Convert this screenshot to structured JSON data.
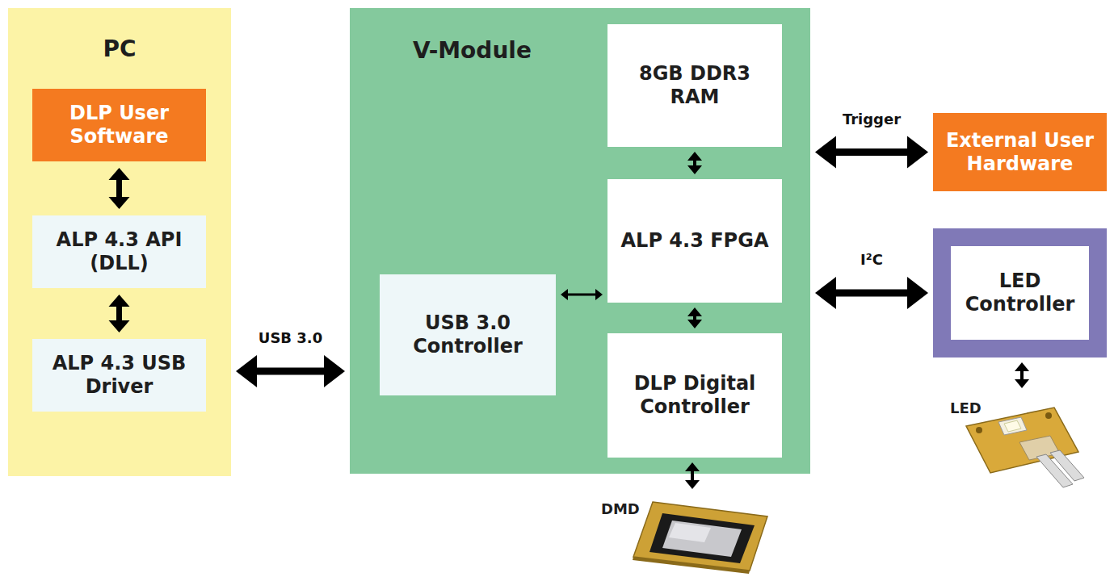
{
  "diagram": {
    "nodes": [
      {
        "text": [
          "PC"
        ]
      },
      {
        "text": [
          "DLP User Software"
        ],
        "in": 0
      },
      {
        "text": [
          "ALP 4.3 API (DLL)"
        ],
        "in": 0
      },
      {
        "text": [
          "ALP 4.3 USB Driver"
        ],
        "in": 0
      },
      {
        "text": [
          "V-Module"
        ]
      },
      {
        "text": [
          "8GB DDR3 RAM"
        ],
        "in": 4
      },
      {
        "text": [
          "USB 3.0 Controller"
        ],
        "in": 4
      },
      {
        "text": [
          "ALP 4.3 FPGA"
        ],
        "in": 4
      },
      {
        "text": [
          "DLP Digital Controller"
        ],
        "in": 4
      },
      {
        "text": [
          "External User Hardware"
        ]
      },
      {
        "text": [
          "LED Controller"
        ]
      },
      {
        "text": [
          "DMD"
        ]
      },
      {
        "text": [
          "LED"
        ]
      }
    ],
    "edges": [
      {
        "from": 1,
        "to": 2,
        "arrow": "both"
      },
      {
        "from": 2,
        "to": 3,
        "arrow": "both"
      },
      {
        "from": 0,
        "to": 4,
        "label": "USB 3.0",
        "arrow": "both"
      },
      {
        "from": 5,
        "to": 7,
        "arrow": "both"
      },
      {
        "from": 6,
        "to": 7,
        "arrow": "both"
      },
      {
        "from": 7,
        "to": 8,
        "arrow": "both"
      },
      {
        "from": 8,
        "to": 11,
        "arrow": "both"
      },
      {
        "from": 4,
        "to": 9,
        "label": "Trigger",
        "arrow": "both"
      },
      {
        "from": 4,
        "to": 10,
        "label": "I²C",
        "arrow": "both"
      },
      {
        "from": 10,
        "to": 12,
        "arrow": "both"
      }
    ]
  }
}
